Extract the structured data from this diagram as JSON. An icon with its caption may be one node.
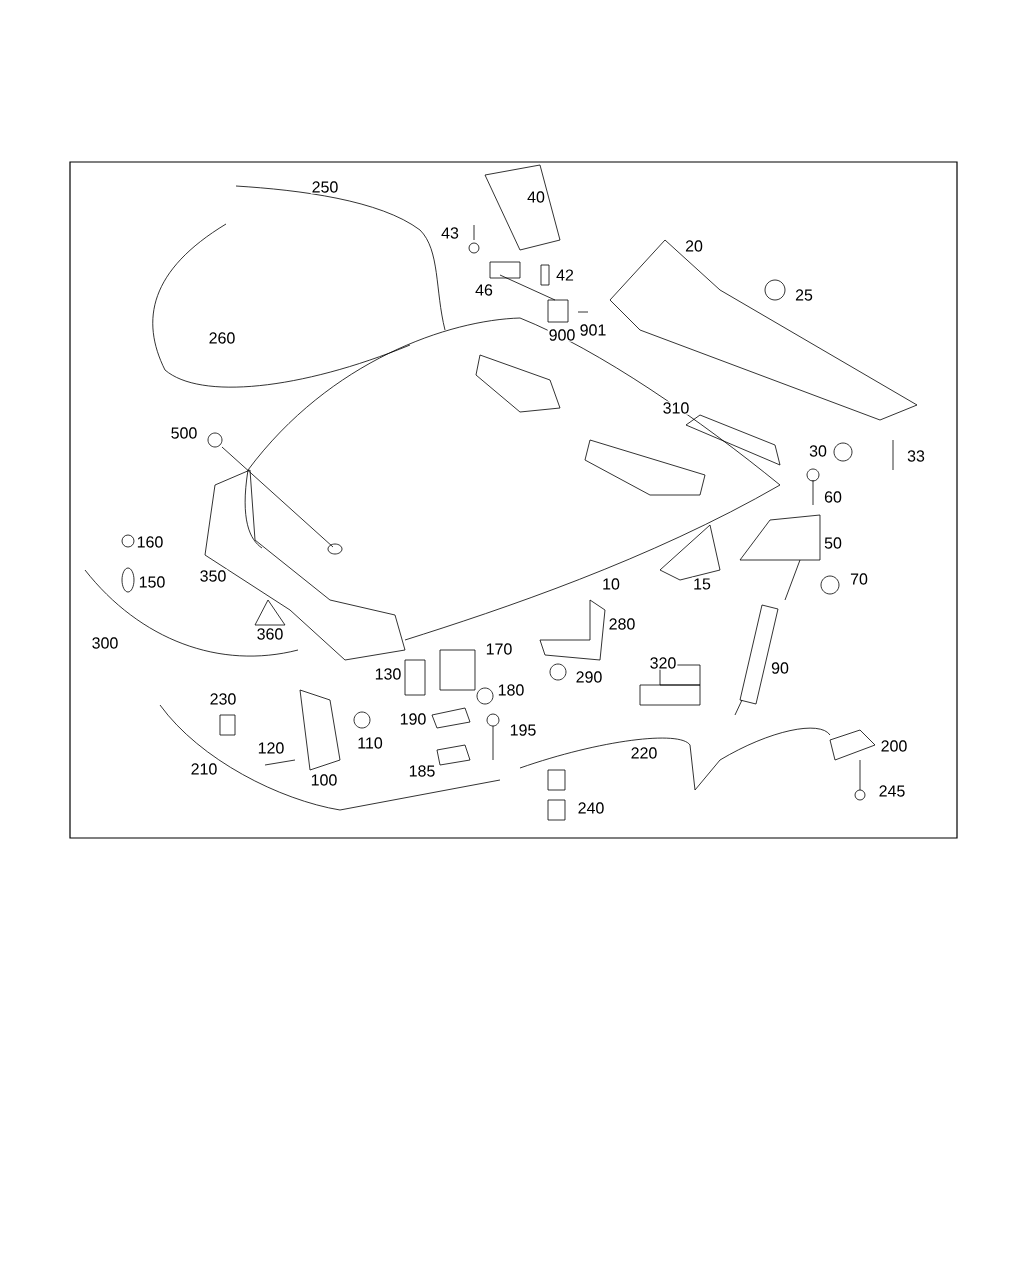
{
  "diagram": {
    "labels": [
      "250",
      "40",
      "43",
      "20",
      "42",
      "25",
      "46",
      "901",
      "900",
      "260",
      "310",
      "500",
      "30",
      "33",
      "60",
      "160",
      "50",
      "350",
      "10",
      "15",
      "70",
      "150",
      "360",
      "280",
      "300",
      "170",
      "320",
      "90",
      "130",
      "290",
      "180",
      "230",
      "110",
      "190",
      "195",
      "120",
      "200",
      "220",
      "210",
      "100",
      "185",
      "245",
      "240"
    ]
  }
}
